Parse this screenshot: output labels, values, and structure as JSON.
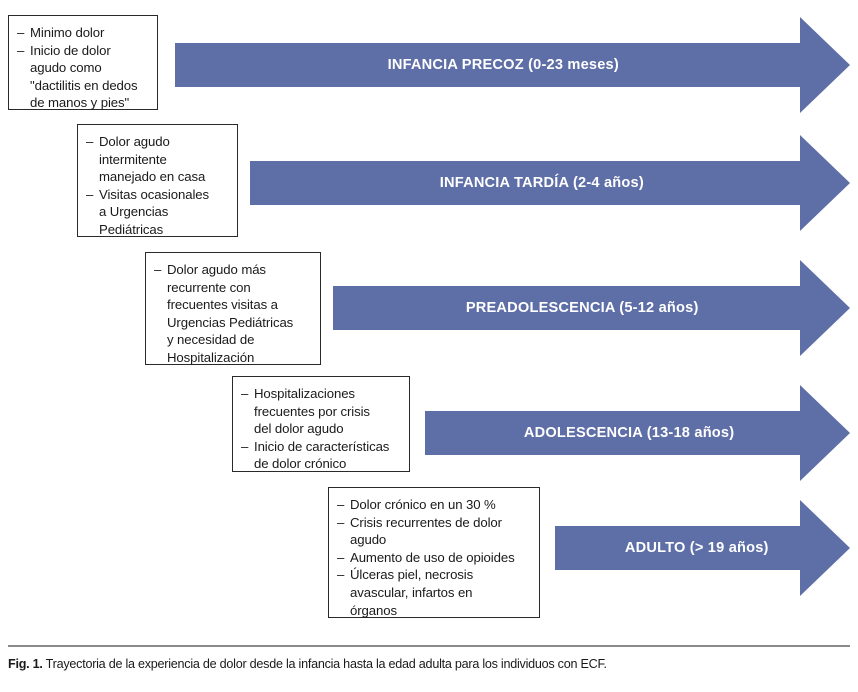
{
  "figure": {
    "caption_label": "Fig. 1.",
    "caption_text": "Trayectoria de la experiencia de dolor desde la infancia hasta la edad adulta para los individuos con ECF.",
    "arrow_color": "#5e6ea7",
    "arrow_text_color": "#ffffff",
    "box_border_color": "#2a2a2a",
    "dash_glyph": "–"
  },
  "stages": [
    {
      "id": "infancia-precoz",
      "arrow_label": "INFANCIA PRECOZ (0-23 meses)",
      "bullets": [
        "Mínimo dolor",
        "Inicio de dolor agudo como \"dactilitis en dedos de manos y pies\""
      ],
      "bullet_lines": [
        [
          "Minimo dolor"
        ],
        [
          "Inicio de dolor",
          "agudo como",
          "\"dactilitis en dedos",
          "de manos y pies\""
        ]
      ]
    },
    {
      "id": "infancia-tardia",
      "arrow_label": "INFANCIA TARDÍA (2-4 años)",
      "bullets": [
        "Dolor agudo intermitente manejado en casa",
        "Visitas ocasionales a Urgencias Pediátricas"
      ],
      "bullet_lines": [
        [
          "Dolor agudo",
          "intermitente",
          "manejado en casa"
        ],
        [
          "Visitas ocasionales",
          "a Urgencias",
          "Pediátricas"
        ]
      ]
    },
    {
      "id": "preadolescencia",
      "arrow_label": "PREADOLESCENCIA (5-12 años)",
      "bullets": [
        "Dolor agudo más recurrente con frecuentes visitas a Urgencias Pediátricas y necesidad de Hospitalización"
      ],
      "bullet_lines": [
        [
          "Dolor agudo más",
          "recurrente con",
          "frecuentes visitas a",
          "Urgencias Pediátricas",
          "y necesidad de",
          "Hospitalización"
        ]
      ]
    },
    {
      "id": "adolescencia",
      "arrow_label": "ADOLESCENCIA (13-18 años)",
      "bullets": [
        "Hospitalizaciones frecuentes por crisis del dolor agudo",
        "Inicio de características de dolor crónico"
      ],
      "bullet_lines": [
        [
          "Hospitalizaciones",
          "frecuentes por crisis",
          "del dolor agudo"
        ],
        [
          "Inicio de características",
          "de dolor crónico"
        ]
      ]
    },
    {
      "id": "adulto",
      "arrow_label": "ADULTO (> 19 años)",
      "bullets": [
        "Dolor crónico en un 30 %",
        "Crisis recurrentes de dolor agudo",
        "Aumento de uso de opioides",
        "Úlceras piel, necrosis avascular, infartos en órganos"
      ],
      "bullet_lines": [
        [
          "Dolor crónico en un 30 %"
        ],
        [
          "Crisis recurrentes de dolor",
          "agudo"
        ],
        [
          "Aumento de uso de opioides"
        ],
        [
          "Úlceras piel, necrosis",
          "avascular, infartos en",
          "órganos"
        ]
      ]
    }
  ]
}
